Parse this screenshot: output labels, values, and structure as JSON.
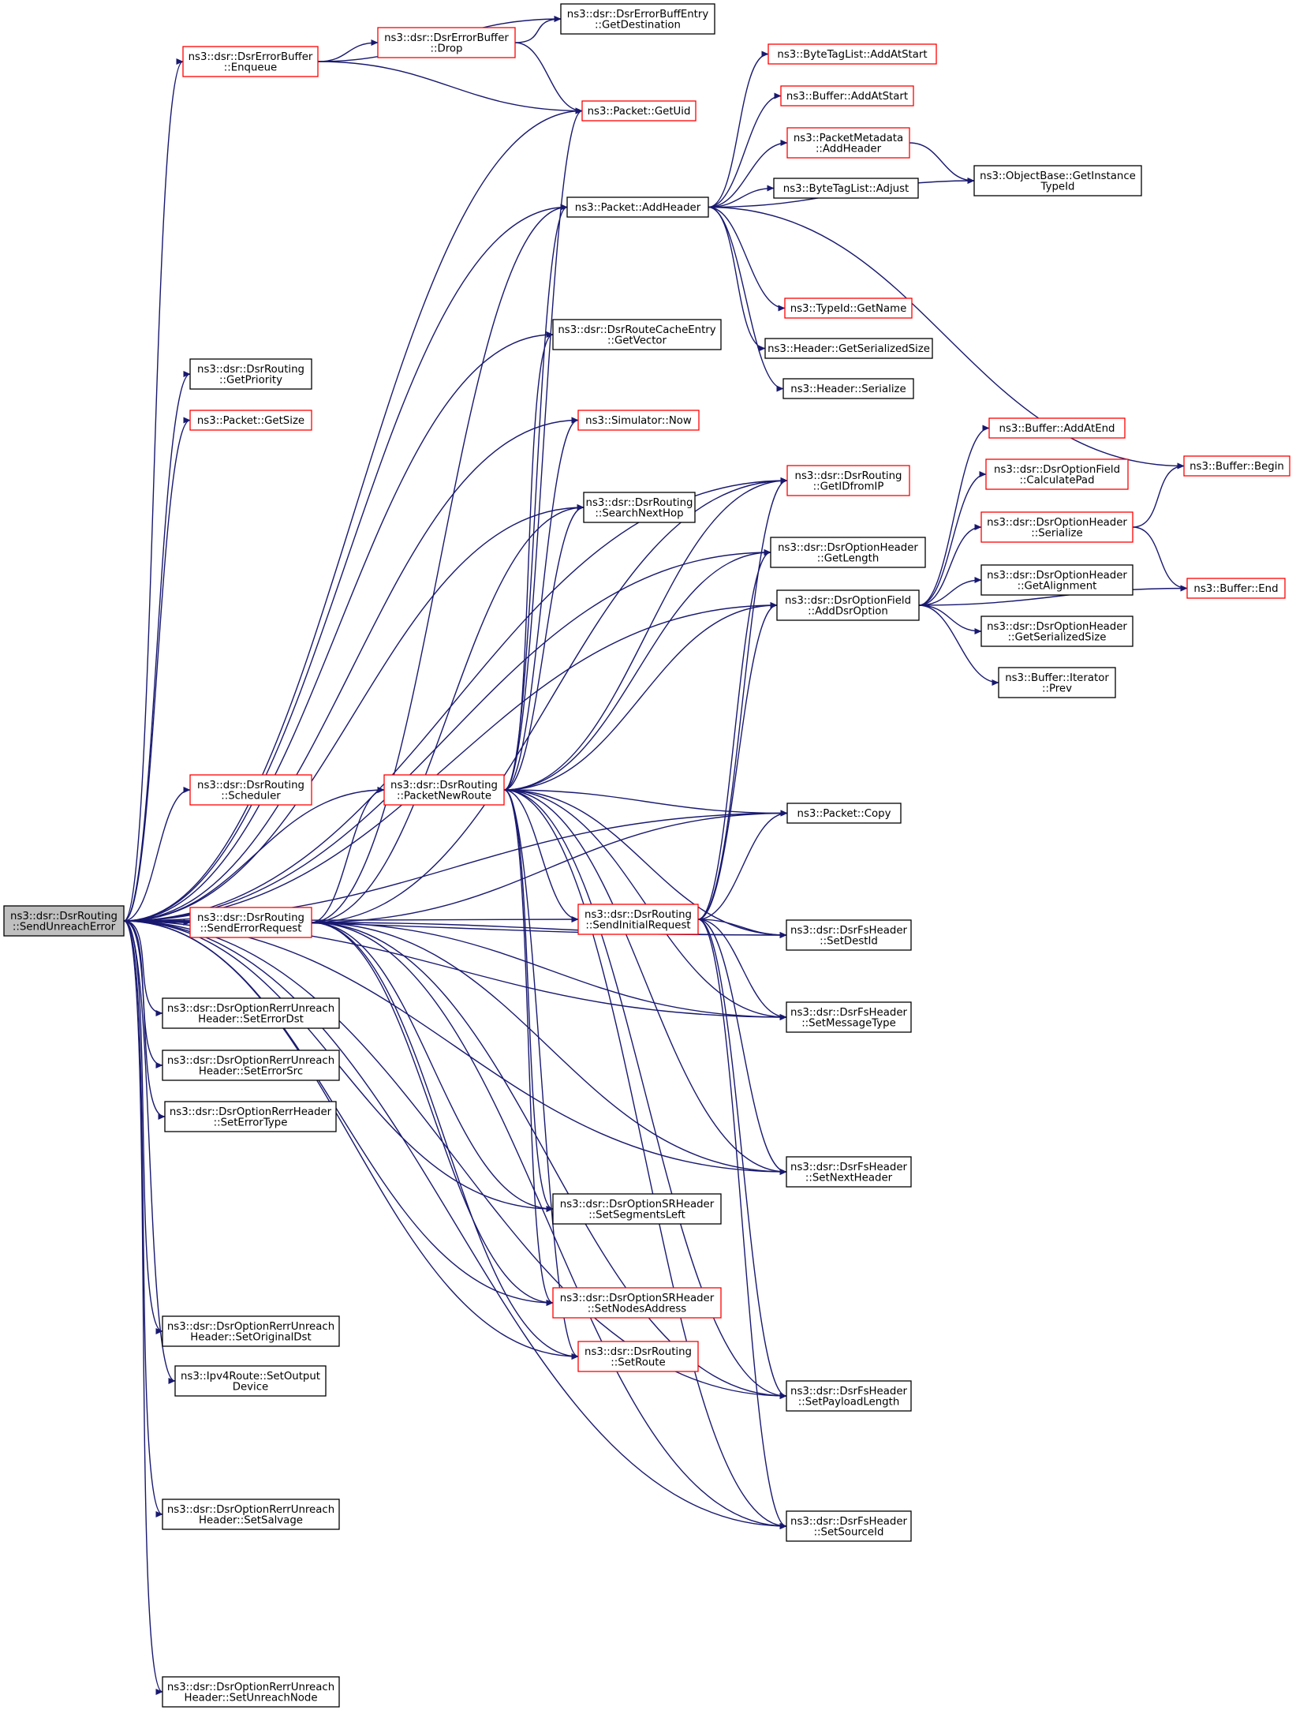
{
  "diagram_type": "call graph",
  "colors": {
    "edge": "#191970",
    "box_linked": "#ff0000",
    "box_plain": "#000000",
    "root_fill": "#bfbfbf",
    "node_fill": "#ffffff"
  },
  "nodes": {
    "root": {
      "lines": [
        "ns3::dsr::DsrRouting",
        "::SendUnreachError"
      ],
      "style": "root"
    },
    "errEnqueue": {
      "lines": [
        "ns3::dsr::DsrErrorBuffer",
        "::Enqueue"
      ],
      "style": "red"
    },
    "errDrop": {
      "lines": [
        "ns3::dsr::DsrErrorBuffer",
        "::Drop"
      ],
      "style": "red"
    },
    "getDestination": {
      "lines": [
        "ns3::dsr::DsrErrorBuffEntry",
        "::GetDestination"
      ],
      "style": "black"
    },
    "getUid": {
      "lines": [
        "ns3::Packet::GetUid"
      ],
      "style": "red"
    },
    "addHeader": {
      "lines": [
        "ns3::Packet::AddHeader"
      ],
      "style": "black"
    },
    "byteTagAddAtStart": {
      "lines": [
        "ns3::ByteTagList::AddAtStart"
      ],
      "style": "red"
    },
    "bufferAddAtStart": {
      "lines": [
        "ns3::Buffer::AddAtStart"
      ],
      "style": "red"
    },
    "pmAddHeader": {
      "lines": [
        "ns3::PacketMetadata",
        "::AddHeader"
      ],
      "style": "red"
    },
    "getInstanceTypeId": {
      "lines": [
        "ns3::ObjectBase::GetInstance",
        "TypeId"
      ],
      "style": "black"
    },
    "byteTagAdjust": {
      "lines": [
        "ns3::ByteTagList::Adjust"
      ],
      "style": "black"
    },
    "typeIdGetName": {
      "lines": [
        "ns3::TypeId::GetName"
      ],
      "style": "red"
    },
    "getVector": {
      "lines": [
        "ns3::dsr::DsrRouteCacheEntry",
        "::GetVector"
      ],
      "style": "black"
    },
    "getSerializedSize": {
      "lines": [
        "ns3::Header::GetSerializedSize"
      ],
      "style": "black"
    },
    "getPriority": {
      "lines": [
        "ns3::dsr::DsrRouting",
        "::GetPriority"
      ],
      "style": "black"
    },
    "headerSerialize": {
      "lines": [
        "ns3::Header::Serialize"
      ],
      "style": "black"
    },
    "getSize": {
      "lines": [
        "ns3::Packet::GetSize"
      ],
      "style": "red"
    },
    "now": {
      "lines": [
        "ns3::Simulator::Now"
      ],
      "style": "red"
    },
    "bufferAddAtEnd": {
      "lines": [
        "ns3::Buffer::AddAtEnd"
      ],
      "style": "red"
    },
    "getIDfromIP": {
      "lines": [
        "ns3::dsr::DsrRouting",
        "::GetIDfromIP"
      ],
      "style": "red"
    },
    "calculatePad": {
      "lines": [
        "ns3::dsr::DsrOptionField",
        "::CalculatePad"
      ],
      "style": "red"
    },
    "bufferBegin": {
      "lines": [
        "ns3::Buffer::Begin"
      ],
      "style": "red"
    },
    "searchNextHop": {
      "lines": [
        "ns3::dsr::DsrRouting",
        "::SearchNextHop"
      ],
      "style": "black"
    },
    "optSerialize": {
      "lines": [
        "ns3::dsr::DsrOptionHeader",
        "::Serialize"
      ],
      "style": "red"
    },
    "getLength": {
      "lines": [
        "ns3::dsr::DsrOptionHeader",
        "::GetLength"
      ],
      "style": "black"
    },
    "getAlignment": {
      "lines": [
        "ns3::dsr::DsrOptionHeader",
        "::GetAlignment"
      ],
      "style": "black"
    },
    "bufferEnd": {
      "lines": [
        "ns3::Buffer::End"
      ],
      "style": "red"
    },
    "addDsrOption": {
      "lines": [
        "ns3::dsr::DsrOptionField",
        "::AddDsrOption"
      ],
      "style": "black"
    },
    "optGetSerializedSize": {
      "lines": [
        "ns3::dsr::DsrOptionHeader",
        "::GetSerializedSize"
      ],
      "style": "black"
    },
    "iteratorPrev": {
      "lines": [
        "ns3::Buffer::Iterator",
        "::Prev"
      ],
      "style": "black"
    },
    "scheduler": {
      "lines": [
        "ns3::dsr::DsrRouting",
        "::Scheduler"
      ],
      "style": "red"
    },
    "packetNewRoute": {
      "lines": [
        "ns3::dsr::DsrRouting",
        "::PacketNewRoute"
      ],
      "style": "red"
    },
    "packetCopy": {
      "lines": [
        "ns3::Packet::Copy"
      ],
      "style": "black"
    },
    "sendErrorRequest": {
      "lines": [
        "ns3::dsr::DsrRouting",
        "::SendErrorRequest"
      ],
      "style": "red"
    },
    "sendInitialRequest": {
      "lines": [
        "ns3::dsr::DsrRouting",
        "::SendInitialRequest"
      ],
      "style": "red"
    },
    "setDestId": {
      "lines": [
        "ns3::dsr::DsrFsHeader",
        "::SetDestId"
      ],
      "style": "black"
    },
    "setErrorDst": {
      "lines": [
        "ns3::dsr::DsrOptionRerrUnreach",
        "Header::SetErrorDst"
      ],
      "style": "black"
    },
    "setMessageType": {
      "lines": [
        "ns3::dsr::DsrFsHeader",
        "::SetMessageType"
      ],
      "style": "black"
    },
    "setErrorSrc": {
      "lines": [
        "ns3::dsr::DsrOptionRerrUnreach",
        "Header::SetErrorSrc"
      ],
      "style": "black"
    },
    "setErrorType": {
      "lines": [
        "ns3::dsr::DsrOptionRerrHeader",
        "::SetErrorType"
      ],
      "style": "black"
    },
    "setNextHeader": {
      "lines": [
        "ns3::dsr::DsrFsHeader",
        "::SetNextHeader"
      ],
      "style": "black"
    },
    "setSegmentsLeft": {
      "lines": [
        "ns3::dsr::DsrOptionSRHeader",
        "::SetSegmentsLeft"
      ],
      "style": "black"
    },
    "setNodesAddress": {
      "lines": [
        "ns3::dsr::DsrOptionSRHeader",
        "::SetNodesAddress"
      ],
      "style": "red"
    },
    "setOriginalDst": {
      "lines": [
        "ns3::dsr::DsrOptionRerrUnreach",
        "Header::SetOriginalDst"
      ],
      "style": "black"
    },
    "setRoute": {
      "lines": [
        "ns3::dsr::DsrRouting",
        "::SetRoute"
      ],
      "style": "red"
    },
    "setOutputDevice": {
      "lines": [
        "ns3::Ipv4Route::SetOutput",
        "Device"
      ],
      "style": "black"
    },
    "setPayloadLength": {
      "lines": [
        "ns3::dsr::DsrFsHeader",
        "::SetPayloadLength"
      ],
      "style": "black"
    },
    "setSalvage": {
      "lines": [
        "ns3::dsr::DsrOptionRerrUnreach",
        "Header::SetSalvage"
      ],
      "style": "black"
    },
    "setSourceId": {
      "lines": [
        "ns3::dsr::DsrFsHeader",
        "::SetSourceId"
      ],
      "style": "black"
    },
    "setUnreachNode": {
      "lines": [
        "ns3::dsr::DsrOptionRerrUnreach",
        "Header::SetUnreachNode"
      ],
      "style": "black"
    }
  },
  "edges": [
    [
      "root",
      "errEnqueue"
    ],
    [
      "root",
      "getUid"
    ],
    [
      "root",
      "addHeader"
    ],
    [
      "root",
      "getVector"
    ],
    [
      "root",
      "getPriority"
    ],
    [
      "root",
      "getSize"
    ],
    [
      "root",
      "now"
    ],
    [
      "root",
      "getIDfromIP"
    ],
    [
      "root",
      "searchNextHop"
    ],
    [
      "root",
      "getLength"
    ],
    [
      "root",
      "addDsrOption"
    ],
    [
      "root",
      "scheduler"
    ],
    [
      "root",
      "packetNewRoute"
    ],
    [
      "root",
      "packetCopy"
    ],
    [
      "root",
      "sendErrorRequest"
    ],
    [
      "root",
      "sendInitialRequest"
    ],
    [
      "root",
      "setDestId"
    ],
    [
      "root",
      "setErrorDst"
    ],
    [
      "root",
      "setMessageType"
    ],
    [
      "root",
      "setErrorSrc"
    ],
    [
      "root",
      "setErrorType"
    ],
    [
      "root",
      "setNextHeader"
    ],
    [
      "root",
      "setSegmentsLeft"
    ],
    [
      "root",
      "setNodesAddress"
    ],
    [
      "root",
      "setOriginalDst"
    ],
    [
      "root",
      "setRoute"
    ],
    [
      "root",
      "setOutputDevice"
    ],
    [
      "root",
      "setPayloadLength"
    ],
    [
      "root",
      "setSalvage"
    ],
    [
      "root",
      "setSourceId"
    ],
    [
      "root",
      "setUnreachNode"
    ],
    [
      "errEnqueue",
      "errDrop"
    ],
    [
      "errEnqueue",
      "getDestination"
    ],
    [
      "errEnqueue",
      "getUid"
    ],
    [
      "errDrop",
      "getDestination"
    ],
    [
      "errDrop",
      "getUid"
    ],
    [
      "addHeader",
      "byteTagAddAtStart"
    ],
    [
      "addHeader",
      "bufferAddAtStart"
    ],
    [
      "addHeader",
      "pmAddHeader"
    ],
    [
      "addHeader",
      "byteTagAdjust"
    ],
    [
      "addHeader",
      "getInstanceTypeId"
    ],
    [
      "addHeader",
      "typeIdGetName"
    ],
    [
      "addHeader",
      "getSerializedSize"
    ],
    [
      "addHeader",
      "headerSerialize"
    ],
    [
      "addHeader",
      "bufferBegin"
    ],
    [
      "pmAddHeader",
      "getInstanceTypeId"
    ],
    [
      "addDsrOption",
      "bufferAddAtEnd"
    ],
    [
      "addDsrOption",
      "calculatePad"
    ],
    [
      "addDsrOption",
      "optSerialize"
    ],
    [
      "addDsrOption",
      "getAlignment"
    ],
    [
      "addDsrOption",
      "optGetSerializedSize"
    ],
    [
      "addDsrOption",
      "iteratorPrev"
    ],
    [
      "addDsrOption",
      "bufferEnd"
    ],
    [
      "optSerialize",
      "bufferBegin"
    ],
    [
      "optSerialize",
      "bufferEnd"
    ],
    [
      "packetNewRoute",
      "getUid"
    ],
    [
      "packetNewRoute",
      "addHeader"
    ],
    [
      "packetNewRoute",
      "getVector"
    ],
    [
      "packetNewRoute",
      "now"
    ],
    [
      "packetNewRoute",
      "getIDfromIP"
    ],
    [
      "packetNewRoute",
      "searchNextHop"
    ],
    [
      "packetNewRoute",
      "getLength"
    ],
    [
      "packetNewRoute",
      "addDsrOption"
    ],
    [
      "packetNewRoute",
      "packetCopy"
    ],
    [
      "packetNewRoute",
      "sendInitialRequest"
    ],
    [
      "packetNewRoute",
      "setDestId"
    ],
    [
      "packetNewRoute",
      "setMessageType"
    ],
    [
      "packetNewRoute",
      "setNextHeader"
    ],
    [
      "packetNewRoute",
      "setSegmentsLeft"
    ],
    [
      "packetNewRoute",
      "setNodesAddress"
    ],
    [
      "packetNewRoute",
      "setRoute"
    ],
    [
      "packetNewRoute",
      "setPayloadLength"
    ],
    [
      "packetNewRoute",
      "setSourceId"
    ],
    [
      "sendErrorRequest",
      "addHeader"
    ],
    [
      "sendErrorRequest",
      "getIDfromIP"
    ],
    [
      "sendErrorRequest",
      "searchNextHop"
    ],
    [
      "sendErrorRequest",
      "packetNewRoute"
    ],
    [
      "sendErrorRequest",
      "packetCopy"
    ],
    [
      "sendErrorRequest",
      "setDestId"
    ],
    [
      "sendErrorRequest",
      "setMessageType"
    ],
    [
      "sendErrorRequest",
      "setNextHeader"
    ],
    [
      "sendErrorRequest",
      "setSegmentsLeft"
    ],
    [
      "sendErrorRequest",
      "setNodesAddress"
    ],
    [
      "sendErrorRequest",
      "setRoute"
    ],
    [
      "sendErrorRequest",
      "setPayloadLength"
    ],
    [
      "sendErrorRequest",
      "setSourceId"
    ],
    [
      "sendInitialRequest",
      "getIDfromIP"
    ],
    [
      "sendInitialRequest",
      "getLength"
    ],
    [
      "sendInitialRequest",
      "addDsrOption"
    ],
    [
      "sendInitialRequest",
      "packetCopy"
    ],
    [
      "sendInitialRequest",
      "setDestId"
    ],
    [
      "sendInitialRequest",
      "setMessageType"
    ],
    [
      "sendInitialRequest",
      "setNextHeader"
    ],
    [
      "sendInitialRequest",
      "setPayloadLength"
    ],
    [
      "sendInitialRequest",
      "setSourceId"
    ]
  ]
}
